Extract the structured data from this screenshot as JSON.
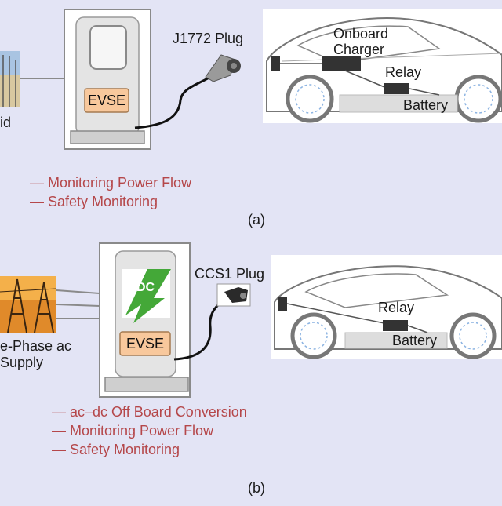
{
  "panel_a": {
    "source_label": "id",
    "evse_label": "EVSE",
    "plug_label": "J1772 Plug",
    "onboard_charger_line1": "Onboard",
    "onboard_charger_line2": "Charger",
    "relay_label": "Relay",
    "battery_label": "Battery",
    "functions": [
      "— Monitoring Power Flow",
      "— Safety Monitoring"
    ],
    "caption": "(a)"
  },
  "panel_b": {
    "source_label_line1": "e-Phase ac",
    "source_label_line2": "Supply",
    "dc_badge": "DC",
    "evse_label": "EVSE",
    "plug_label": "CCS1 Plug",
    "relay_label": "Relay",
    "battery_label": "Battery",
    "functions": [
      "— ac–dc Off Board Conversion",
      "— Monitoring Power Flow",
      "— Safety Monitoring"
    ],
    "caption": "(b)"
  },
  "colors": {
    "background": "#e3e4f5",
    "evse_box": "#f8c89c",
    "dc_badge": "#44a838",
    "function_text": "#b5474a"
  }
}
